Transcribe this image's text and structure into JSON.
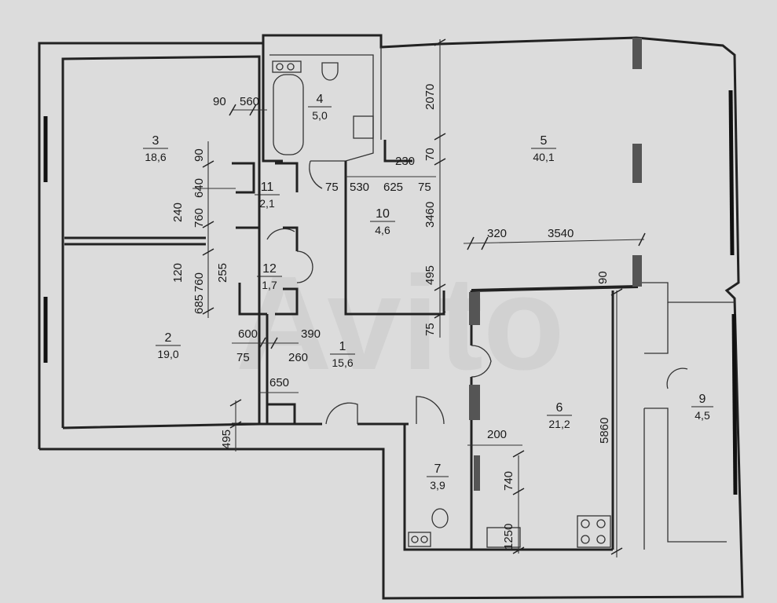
{
  "rooms": [
    {
      "num": "1",
      "area": "15,6"
    },
    {
      "num": "2",
      "area": "19,0"
    },
    {
      "num": "3",
      "area": "18,6"
    },
    {
      "num": "4",
      "area": "5,0"
    },
    {
      "num": "5",
      "area": "40,1"
    },
    {
      "num": "6",
      "area": "21,2"
    },
    {
      "num": "7",
      "area": "3,9"
    },
    {
      "num": "9",
      "area": "4,5"
    },
    {
      "num": "10",
      "area": "4,6"
    },
    {
      "num": "11",
      "area": "2,1"
    },
    {
      "num": "12",
      "area": "1,7"
    }
  ],
  "dims": {
    "d90_top": "90",
    "d560": "560",
    "d90_side": "90",
    "d640": "640",
    "d240": "240",
    "d760a": "760",
    "d120": "120",
    "d760b": "760",
    "d255": "255",
    "d685": "685",
    "d75a": "75",
    "d530": "530",
    "d230": "230",
    "d70": "70",
    "d625": "625",
    "d75b": "75",
    "d2070": "2070",
    "d3460": "3460",
    "d495a": "495",
    "d75c": "75",
    "d320": "320",
    "d3540": "3540",
    "d90c": "90",
    "d600": "600",
    "d390": "390",
    "d75d": "75",
    "d260": "260",
    "d650": "650",
    "d495b": "495",
    "d5860": "5860",
    "d200": "200",
    "d740": "740",
    "d1250": "1250"
  },
  "watermark": "Avito"
}
